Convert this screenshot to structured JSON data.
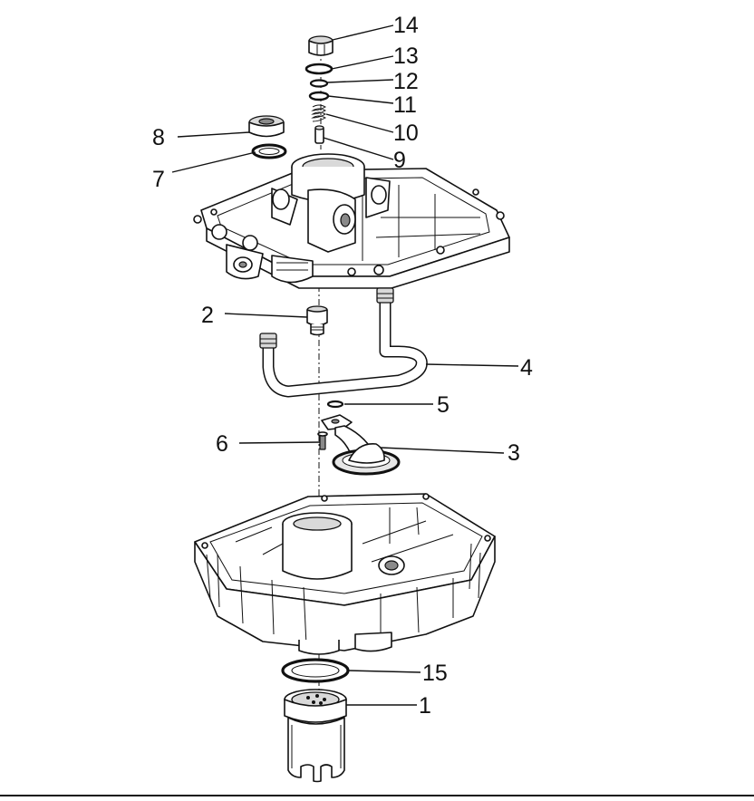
{
  "diagram": {
    "labels": {
      "p1": "1",
      "p2": "2",
      "p3": "3",
      "p4": "4",
      "p5": "5",
      "p6": "6",
      "p7": "7",
      "p8": "8",
      "p9": "9",
      "p10": "10",
      "p11": "11",
      "p12": "12",
      "p13": "13",
      "p14": "14",
      "p15": "15"
    },
    "colors": {
      "line": "#111111",
      "shade": "#d9d9d9",
      "dark": "#8a8a8a",
      "background": "#ffffff"
    }
  }
}
